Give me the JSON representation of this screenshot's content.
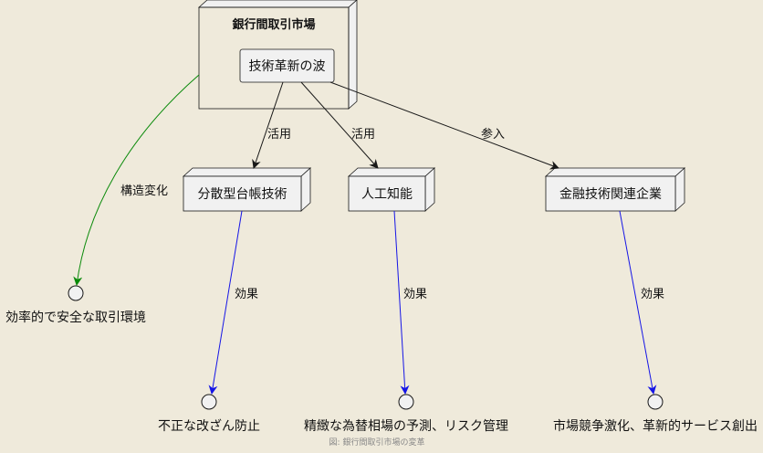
{
  "container": {
    "title": "銀行間取引市場"
  },
  "nodes": {
    "wave": "技術革新の波",
    "dlt": "分散型台帳技術",
    "ai": "人工知能",
    "fintech": "金融技術関連企業"
  },
  "outcomes": {
    "efficient": "効率的で安全な取引環境",
    "tamper": "不正な改ざん防止",
    "forecast": "精緻な為替相場の予測、リスク管理",
    "competition": "市場競争激化、革新的サービス創出"
  },
  "edges": {
    "use_dlt": "活用",
    "use_ai": "活用",
    "entry": "参入",
    "structural_change": "構造変化",
    "effect_dlt": "効果",
    "effect_ai": "効果",
    "effect_fintech": "効果"
  },
  "caption": "図: 銀行間取引市場の変革",
  "colors": {
    "background": "#efeadb",
    "black_arrow": "#181818",
    "green_arrow": "#0a8a0a",
    "blue_arrow": "#1515e6"
  }
}
